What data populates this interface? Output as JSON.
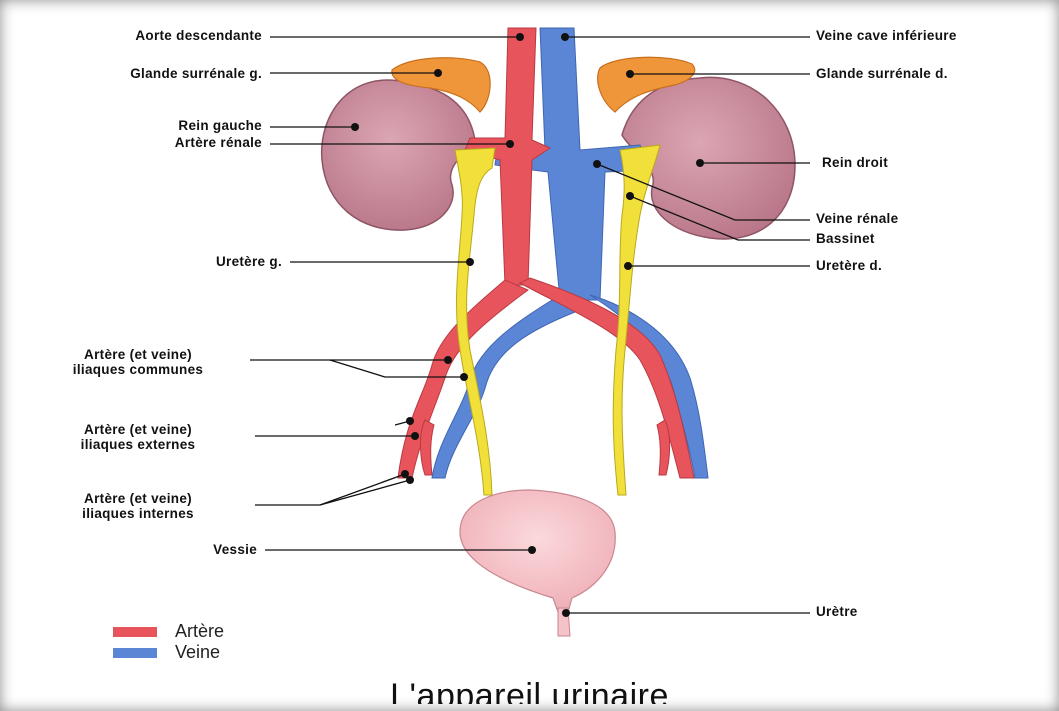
{
  "labels": {
    "aorte": "Aorte descendante",
    "glande_g": "Glande surrénale g.",
    "rein_g": "Rein gauche",
    "artere_renale": "Artère rénale",
    "uretere_g": "Uretère g.",
    "iliaque_com_1": "Artère (et veine)",
    "iliaque_com_2": "iliaques communes",
    "iliaque_ext_1": "Artère (et veine)",
    "iliaque_ext_2": "iliaques externes",
    "iliaque_int_1": "Artère (et veine)",
    "iliaque_int_2": "iliaques internes",
    "vessie": "Vessie",
    "veine_cave": "Veine cave inférieure",
    "glande_d": "Glande surrénale d.",
    "rein_d": "Rein droit",
    "veine_renale": "Veine rénale",
    "bassinet": "Bassinet",
    "uretere_d": "Uretère d.",
    "uretre": "Urètre"
  },
  "legend": {
    "artere": "Artère",
    "veine": "Veine"
  },
  "title": "L'appareil urinaire",
  "colors": {
    "artery": "#e8545c",
    "vein": "#5b86d6",
    "ureter": "#f1df3a",
    "kidney": "#c98a9a",
    "adrenal": "#f0963a",
    "bladder": "#f4c2c8"
  }
}
